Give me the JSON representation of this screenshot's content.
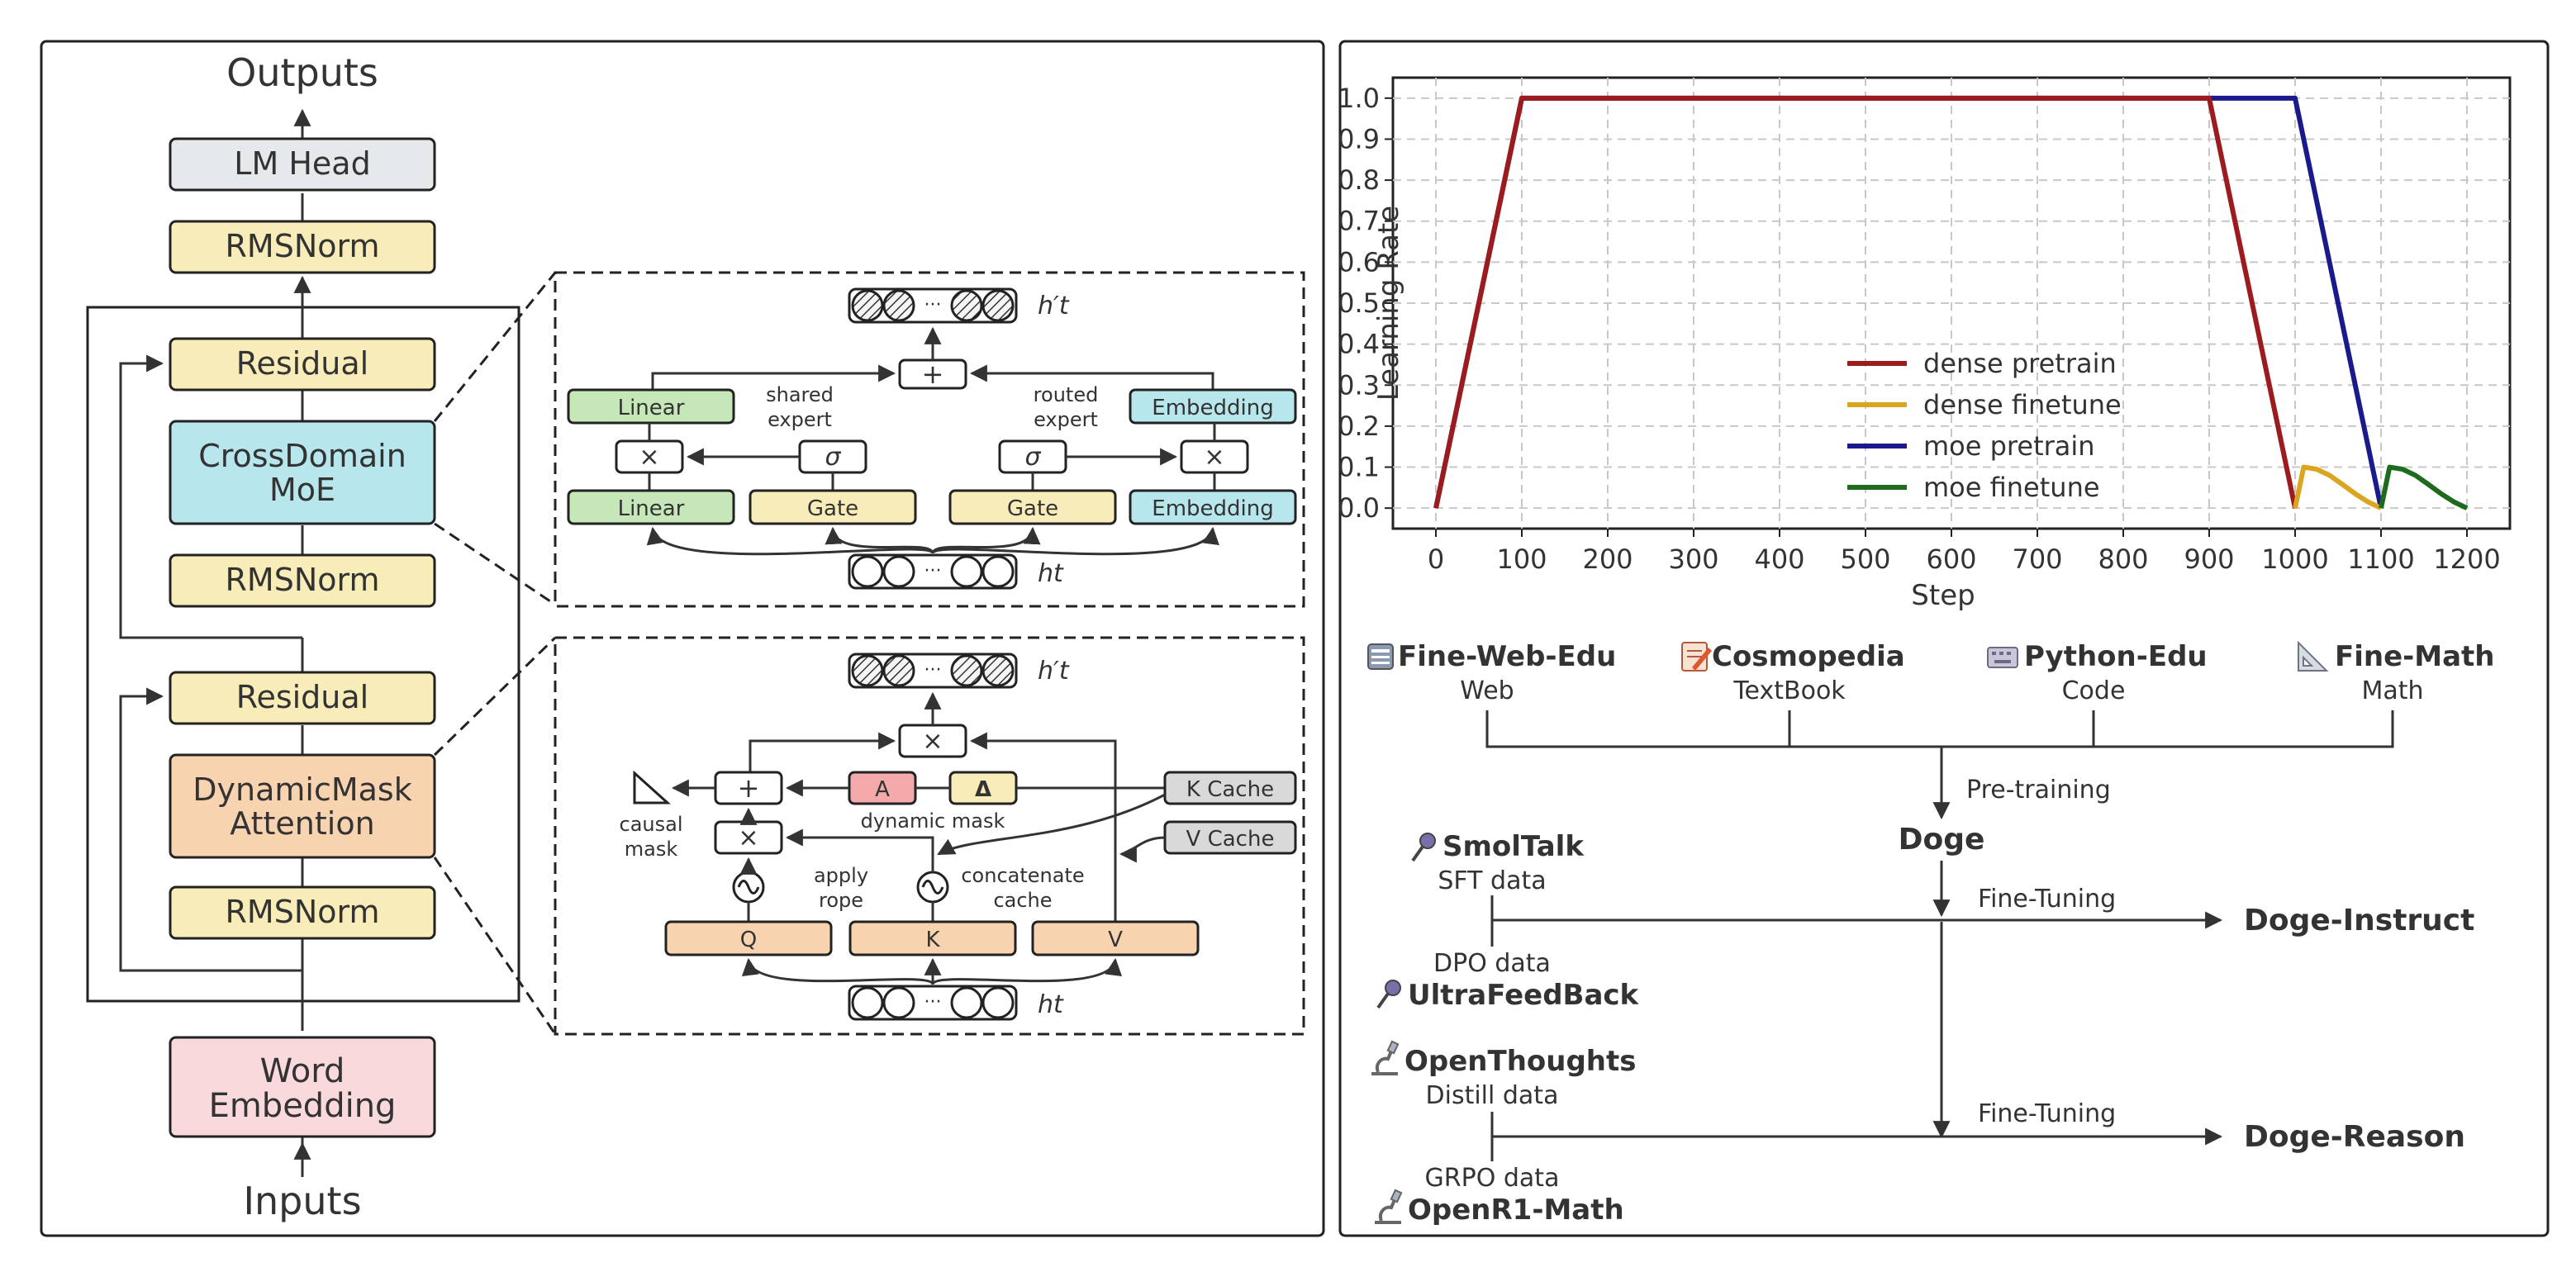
{
  "architecture": {
    "outputs": "Outputs",
    "inputs": "Inputs",
    "lm_head": "LM Head",
    "rmsnorm_top": "RMSNorm",
    "residual_upper": "Residual",
    "moe_line1": "CrossDomain",
    "moe_line2": "MoE",
    "rmsnorm_mid": "RMSNorm",
    "residual_lower": "Residual",
    "attn_line1": "DynamicMask",
    "attn_line2": "Attention",
    "rmsnorm_bottom": "RMSNorm",
    "embed_line1": "Word",
    "embed_line2": "Embedding"
  },
  "moe_detail": {
    "linear_top": "Linear",
    "linear_bottom": "Linear",
    "embedding_top": "Embedding",
    "embedding_bottom": "Embedding",
    "gate_left": "Gate",
    "gate_right": "Gate",
    "shared_1": "shared",
    "shared_2": "expert",
    "routed_1": "routed",
    "routed_2": "expert",
    "sigma": "σ",
    "times": "×",
    "plus": "+",
    "dots": "···",
    "h_out": "h′t",
    "h_in": "ht"
  },
  "attn_detail": {
    "a_label": "A",
    "delta_label": "Δ",
    "k_cache": "K Cache",
    "v_cache": "V Cache",
    "causal_1": "causal",
    "causal_2": "mask",
    "dynamic_mask": "dynamic mask",
    "apply_1": "apply",
    "apply_2": "rope",
    "concat_1": "concatenate",
    "concat_2": "cache",
    "q": "Q",
    "k": "K",
    "v": "V",
    "times": "×",
    "plus": "+",
    "dots": "···",
    "h_out": "h′t",
    "h_in": "ht"
  },
  "chart_data": {
    "type": "line",
    "xlabel": "Step",
    "ylabel": "Learning Rate",
    "xlim": [
      -50,
      1250
    ],
    "ylim": [
      -0.05,
      1.05
    ],
    "xticks": [
      0,
      100,
      200,
      300,
      400,
      500,
      600,
      700,
      800,
      900,
      1000,
      1100,
      1200
    ],
    "yticks": [
      0.0,
      0.1,
      0.2,
      0.3,
      0.4,
      0.5,
      0.6,
      0.7,
      0.8,
      0.9,
      1.0
    ],
    "grid": true,
    "legend_position": "center",
    "series": [
      {
        "name": "dense pretrain",
        "color": "#9B1B1E",
        "x": [
          0,
          100,
          900,
          1000
        ],
        "y": [
          0.0,
          1.0,
          1.0,
          0.0
        ]
      },
      {
        "name": "dense finetune",
        "color": "#DAA520",
        "x": [
          1000,
          1010,
          1025,
          1040,
          1055,
          1070,
          1085,
          1100
        ],
        "y": [
          0.0,
          0.1,
          0.095,
          0.08,
          0.058,
          0.035,
          0.015,
          0.0
        ]
      },
      {
        "name": "moe pretrain",
        "color": "#1A1A8C",
        "x": [
          0,
          100,
          900,
          1000,
          1100
        ],
        "y": [
          0.0,
          1.0,
          1.0,
          1.0,
          0.0
        ]
      },
      {
        "name": "moe finetune",
        "color": "#1E6B1E",
        "x": [
          1100,
          1110,
          1125,
          1140,
          1155,
          1170,
          1185,
          1200
        ],
        "y": [
          0.0,
          0.1,
          0.095,
          0.08,
          0.058,
          0.035,
          0.015,
          0.0
        ]
      }
    ]
  },
  "pipeline": {
    "datasets": [
      {
        "name": "Fine-Web-Edu",
        "type": "Web"
      },
      {
        "name": "Cosmopedia",
        "type": "TextBook"
      },
      {
        "name": "Python-Edu",
        "type": "Code"
      },
      {
        "name": "Fine-Math",
        "type": "Math"
      }
    ],
    "pretraining": "Pre-training",
    "doge": "Doge",
    "smoltalk": "SmolTalk",
    "sft_data": "SFT data",
    "dpo_data": "DPO data",
    "ultrafeedback": "UltraFeedBack",
    "finetuning_1": "Fine-Tuning",
    "doge_instruct": "Doge-Instruct",
    "openthoughts": "OpenThoughts",
    "distill_data": "Distill data",
    "grpo_data": "GRPO data",
    "openr1": "OpenR1-Math",
    "finetuning_2": "Fine-Tuning",
    "doge_reason": "Doge-Reason"
  }
}
